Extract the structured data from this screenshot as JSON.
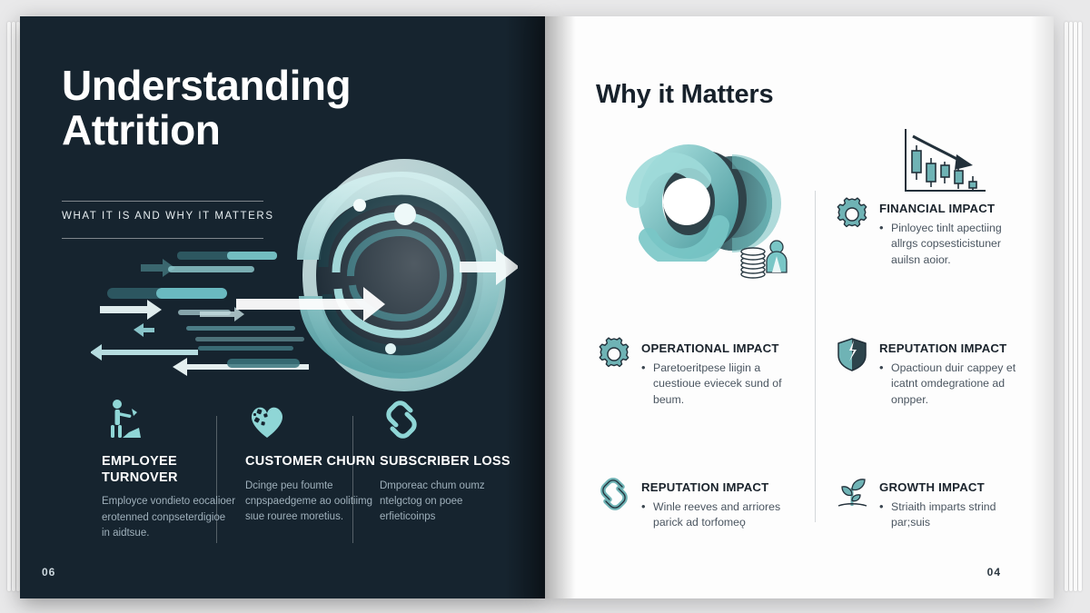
{
  "theme": {
    "dark_bg": "#16242F",
    "light_bg": "#FDFDFD",
    "accent_teal": "#7FD4D0",
    "accent_teal_dark": "#3E8A8C",
    "muted_text": "#9FB0BB",
    "outer_bg": "#E9E9EA"
  },
  "left_page": {
    "title_line1": "Understanding",
    "title_line2": "Attrition",
    "subtitle": "WHAT IT IS AND WHY IT MATTERS",
    "page_number": "06",
    "columns": [
      {
        "icon": "person-sweeping-icon",
        "title": "EMPLOYEE TURNOVER",
        "body": "Employce vondieto eocalioer erotenned conpseterdigioe in aidtsue."
      },
      {
        "icon": "broken-heart-icon",
        "title": "CUSTOMER CHURN",
        "body": "Dcinge peu foumte cnpspaedgeme ao oolitiimg sιue rouree moretius."
      },
      {
        "icon": "broken-link-icon",
        "title": "SUBSCRIBER LOSS",
        "body": "Dmporeac chum oumz ntelgctog on poee erfieticoinps"
      }
    ]
  },
  "right_page": {
    "title": "Why it Matters",
    "page_number": "04",
    "decor_icons": [
      "swirl-torus-graphic",
      "coin-stack-person-icon",
      "declining-candlestick-chart-icon"
    ],
    "blocks": [
      {
        "id": "financial",
        "icon": "gear-icon",
        "title": "FINANCIAL IMPACT",
        "bullets": [
          "Pinloyeϲ tinlt apectiing allrgs copsesticistuner auilsn aoior."
        ]
      },
      {
        "id": "operational",
        "icon": "gear-icon",
        "title": "OPERATIONAL IMPACT",
        "bullets": [
          "Paretoeritpese liigin a cuestioue eviecek sund of beum."
        ]
      },
      {
        "id": "reputation-top",
        "icon": "cracked-shield-icon",
        "title": "REPUTATION IMPACT",
        "bullets": [
          "Opactioun duiг cappey et icatnt omdegratione ad onpper."
        ]
      },
      {
        "id": "reputation-bottom",
        "icon": "broken-link-icon",
        "title": "REPUTATION IMPACT",
        "bullets": [
          "Winle reeves and arriores parick ad torfomeǫ"
        ]
      },
      {
        "id": "growth",
        "icon": "sprout-icon",
        "title": "GROWTH IMPACT",
        "bullets": [
          "Striaith imparts strind par;suis"
        ]
      }
    ]
  }
}
